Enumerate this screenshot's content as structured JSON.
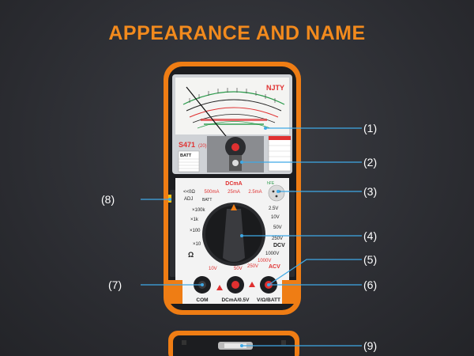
{
  "title": "APPEARANCE AND NAME",
  "callouts": [
    "(1)",
    "(2)",
    "(3)",
    "(4)",
    "(5)",
    "(6)",
    "(7)",
    "(8)",
    "(9)"
  ],
  "meter": {
    "brand": "NJTY",
    "model": "S471",
    "model_suffix": "(20)",
    "batt_label": "BATT",
    "knob_labels": {
      "dcma": "DCmA",
      "ma500": "500mA",
      "ma25": "25mA",
      "ma2_5": "2.5mA",
      "ohm_adj": "<<0Ω",
      "adj": "ADJ",
      "batt": "BATT",
      "x100k": "×100k",
      "x1k": "×1k",
      "x100": "×100",
      "x10": "×10",
      "ohm": "Ω",
      "v2_5": "2.5V",
      "v10": "10V",
      "v50": "50V",
      "v250": "250V",
      "dcv": "DCV",
      "v1000": "1000V",
      "acv1000": "1000V",
      "acv": "ACV",
      "ac10": "10V",
      "ac50": "50V",
      "ac250": "250V",
      "hfe": "hFE"
    },
    "ports": {
      "com": "COM",
      "dcma": "DCmA/0.5V",
      "vohm": "V/Ω/BATT"
    }
  },
  "colors": {
    "accent": "#f28a1d",
    "body": "#2b2c30",
    "red": "#e03030",
    "green": "#2a9a4a"
  }
}
